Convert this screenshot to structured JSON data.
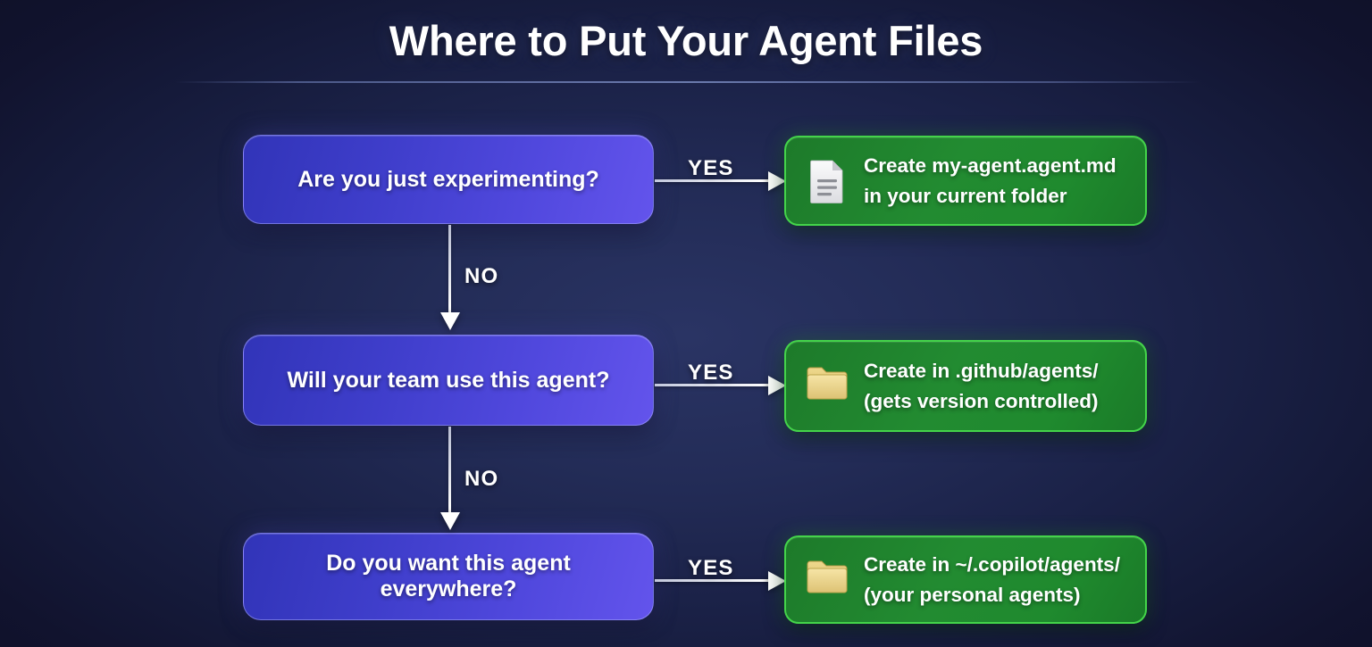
{
  "title": "Where to Put Your Agent Files",
  "colors": {
    "background_dark": "#11132e",
    "background_center": "#2a3464",
    "decision_box_start": "#3134b8",
    "decision_box_end": "#6354ec",
    "result_box_fill": "#228b31",
    "result_box_border": "#44d44a",
    "arrow": "#ffffff",
    "text": "#ffffff"
  },
  "flow": {
    "decisions": [
      {
        "label": "Are you just experimenting?",
        "yes_label": "YES",
        "no_label": "NO"
      },
      {
        "label": "Will your team use this agent?",
        "yes_label": "YES",
        "no_label": "NO"
      },
      {
        "label": "Do you want this agent everywhere?",
        "yes_label": "YES",
        "no_label": ""
      }
    ],
    "results": [
      {
        "icon": "document-icon",
        "line1": "Create my-agent.agent.md",
        "line2": "in your current folder"
      },
      {
        "icon": "folder-icon",
        "line1": "Create in .github/agents/",
        "line2": "(gets version controlled)"
      },
      {
        "icon": "folder-icon",
        "line1": "Create in ~/.copilot/agents/",
        "line2": "(your personal agents)"
      }
    ]
  }
}
